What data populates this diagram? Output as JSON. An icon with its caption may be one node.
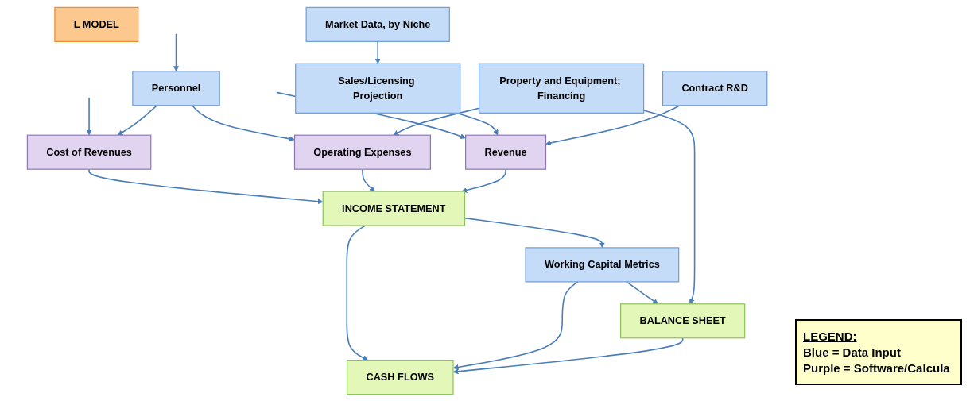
{
  "diagram": {
    "nodes": [
      {
        "text": [
          "L MODEL"
        ]
      },
      {
        "text": [
          "Market Data, by Niche"
        ]
      },
      {
        "text": [
          "Contract R&D"
        ]
      },
      {
        "text": [
          "Sales/Licensing Projection"
        ]
      },
      {
        "text": [
          "Personnel"
        ]
      },
      {
        "text": [
          "Cost of Revenues"
        ]
      },
      {
        "text": [
          "Revenue"
        ]
      },
      {
        "text": [
          "Operating Expenses"
        ]
      },
      {
        "text": [
          "INCOME STATEMENT"
        ]
      },
      {
        "text": [
          "Working Capital Metrics"
        ]
      },
      {
        "text": [
          "CASH FLOWS"
        ]
      },
      {
        "text": [
          "Property and Equipment; Financing"
        ]
      },
      {
        "text": [
          "BALANCE SHEET"
        ]
      }
    ],
    "edges": [
      {
        "from": null,
        "to": 4,
        "arrow": "to"
      },
      {
        "from": null,
        "to": 5,
        "arrow": "to"
      },
      {
        "from": null,
        "to": 6,
        "arrow": "to"
      },
      {
        "from": 1,
        "to": 3,
        "arrow": "to"
      },
      {
        "from": 3,
        "to": 6,
        "arrow": "to"
      },
      {
        "from": 2,
        "to": 6,
        "arrow": "to"
      },
      {
        "from": 4,
        "to": 5,
        "arrow": "to"
      },
      {
        "from": 4,
        "to": 7,
        "arrow": "to"
      },
      {
        "from": 5,
        "to": 8,
        "arrow": "to"
      },
      {
        "from": 7,
        "to": 8,
        "arrow": "to"
      },
      {
        "from": 6,
        "to": 8,
        "arrow": "to"
      },
      {
        "from": 8,
        "to": 9,
        "arrow": "to"
      },
      {
        "from": 8,
        "to": 10,
        "arrow": "to"
      },
      {
        "from": 9,
        "to": 10,
        "arrow": "to"
      },
      {
        "from": 9,
        "to": 12,
        "arrow": "to"
      },
      {
        "from": 12,
        "to": 10,
        "arrow": "to"
      },
      {
        "from": 11,
        "to": 7,
        "arrow": "to"
      },
      {
        "from": 11,
        "to": 12,
        "arrow": "to"
      }
    ],
    "labels": [
      "LEGEND:",
      "Blue = Data Input",
      "Purple = Software/Calcula"
    ]
  }
}
